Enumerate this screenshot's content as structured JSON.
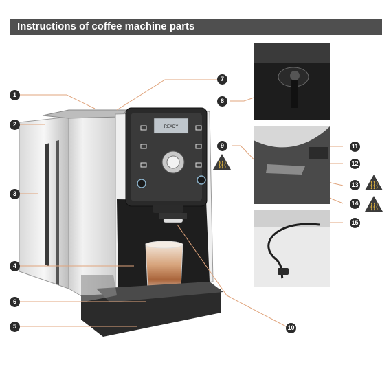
{
  "header": {
    "title": "Instructions of coffee machine parts"
  },
  "display": {
    "text": "READY"
  },
  "callouts": [
    "1",
    "2",
    "3",
    "4",
    "5",
    "6",
    "7",
    "8",
    "9",
    "10",
    "11",
    "12",
    "13",
    "14",
    "15"
  ],
  "icons": {
    "hot_surface": "hot-surface-warning-icon",
    "power": "power-icon",
    "settings": "settings-icon"
  },
  "colors": {
    "header_bg": "#4f4f4f",
    "leader_line": "#e0a47c",
    "badge": "#2b2b2b",
    "warning_bg": "#3b3b3b"
  }
}
